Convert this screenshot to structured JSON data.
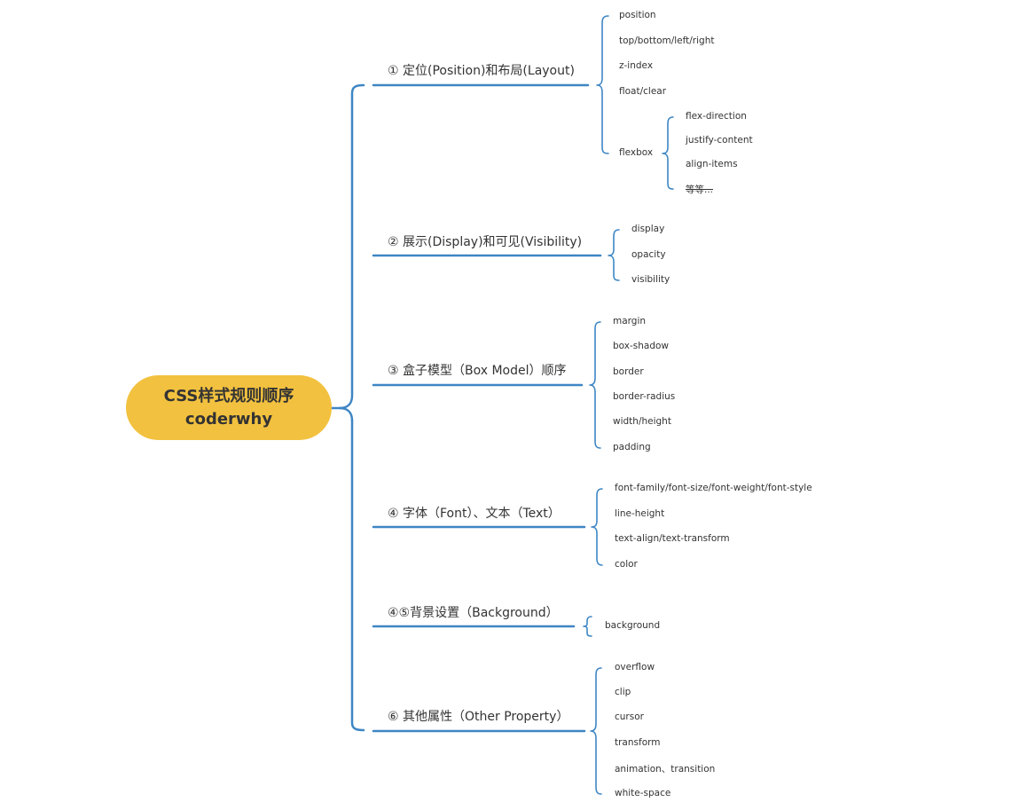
{
  "root": {
    "line1": "CSS样式规则顺序",
    "line2": "coderwhy",
    "color": "#F2C13F"
  },
  "connector_color": "#3E86C4",
  "branches": [
    {
      "label": "① 定位(Position)和布局(Layout)",
      "items": [
        "position",
        "top/bottom/left/right",
        "z-index",
        "float/clear",
        "flexbox"
      ],
      "flexbox_items": [
        "flex-direction",
        "justify-content",
        "align-items",
        "等等..."
      ]
    },
    {
      "label": "② 展示(Display)和可见(Visibility)",
      "items": [
        "display",
        "opacity",
        "visibility"
      ]
    },
    {
      "label": "③ 盒子模型（Box Model）顺序",
      "items": [
        "margin",
        "box-shadow",
        "border",
        "border-radius",
        "width/height",
        "padding"
      ]
    },
    {
      "label": "④ 字体（Font）、文本（Text）",
      "items": [
        "font-family/font-size/font-weight/font-style",
        "line-height",
        "text-align/text-transform",
        "color"
      ]
    },
    {
      "label": "④⑤背景设置（Background）",
      "items": [
        "background"
      ]
    },
    {
      "label": "⑥ 其他属性（Other Property）",
      "items": [
        "overflow",
        "clip",
        "cursor",
        "transform",
        "animation、transition",
        "white-space"
      ]
    }
  ]
}
